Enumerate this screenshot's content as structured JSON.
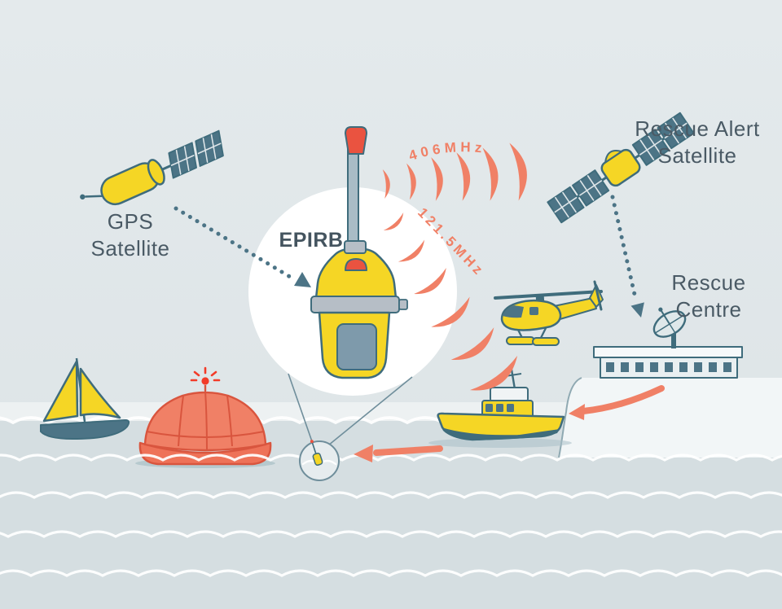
{
  "labels": {
    "gps": {
      "line1": "GPS",
      "line2": "Satellite"
    },
    "rescue_alert": {
      "line1": "Rescue Alert",
      "line2": "Satellite"
    },
    "epirb": "EPIRB",
    "freq_primary": "406MHz",
    "freq_secondary": "121.5MHz",
    "rescue_centre": {
      "line1": "Rescue",
      "line2": "Centre"
    }
  },
  "colors": {
    "sky": "#e2e8ea",
    "sea": "#d5dee1",
    "wave_white": "#ffffff",
    "yellow": "#f5d625",
    "salmon": "#f08066",
    "red": "#ea5340",
    "flash_red": "#f23b28",
    "outline_teal": "#3f6c7c",
    "panel_teal": "#4c7486",
    "text_slate": "#4a5a65",
    "antenna_gray": "#a9bcc6",
    "bracket_gray": "#b6bec6",
    "screen_blue": "#7e9aab",
    "cliff_white": "#f2f6f7",
    "building_gray": "#e9eff1",
    "circle_white": "#ffffff"
  },
  "icons": [
    "gps-satellite-icon",
    "rescue-alert-satellite-icon",
    "epirb-beacon-icon",
    "radio-waves-icon",
    "helicopter-icon",
    "lifeboat-icon",
    "sailboat-icon",
    "life-raft-icon",
    "flash-light-icon",
    "rescue-centre-icon",
    "satellite-dish-icon",
    "magnifier-callout-icon",
    "dotted-arrow-icon",
    "signal-arrow-icon"
  ]
}
